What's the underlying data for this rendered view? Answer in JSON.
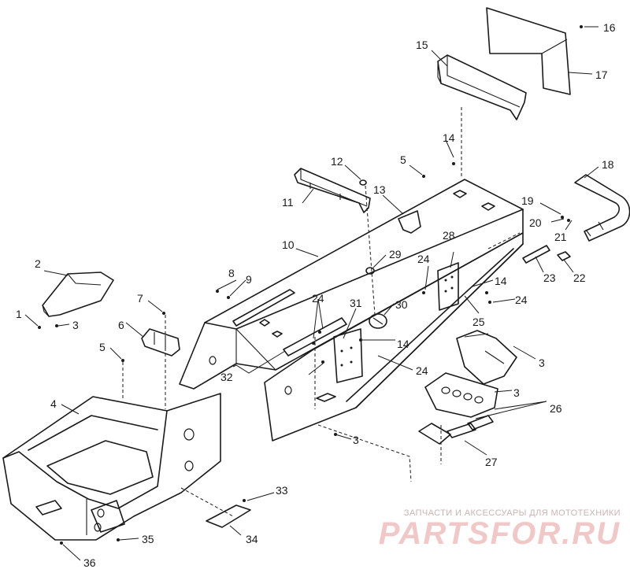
{
  "callouts": [
    {
      "id": "c1",
      "text": "1"
    },
    {
      "id": "c2",
      "text": "2"
    },
    {
      "id": "c3a",
      "text": "3"
    },
    {
      "id": "c3b",
      "text": "3"
    },
    {
      "id": "c3c",
      "text": "3"
    },
    {
      "id": "c3d",
      "text": "3"
    },
    {
      "id": "c4",
      "text": "4"
    },
    {
      "id": "c5a",
      "text": "5"
    },
    {
      "id": "c5b",
      "text": "5"
    },
    {
      "id": "c6",
      "text": "6"
    },
    {
      "id": "c7",
      "text": "7"
    },
    {
      "id": "c8",
      "text": "8"
    },
    {
      "id": "c9",
      "text": "9"
    },
    {
      "id": "c10",
      "text": "10"
    },
    {
      "id": "c11",
      "text": "11"
    },
    {
      "id": "c12",
      "text": "12"
    },
    {
      "id": "c13",
      "text": "13"
    },
    {
      "id": "c14a",
      "text": "14"
    },
    {
      "id": "c14b",
      "text": "14"
    },
    {
      "id": "c14c",
      "text": "14"
    },
    {
      "id": "c15",
      "text": "15"
    },
    {
      "id": "c16",
      "text": "16"
    },
    {
      "id": "c17",
      "text": "17"
    },
    {
      "id": "c18",
      "text": "18"
    },
    {
      "id": "c19",
      "text": "19"
    },
    {
      "id": "c20",
      "text": "20"
    },
    {
      "id": "c21",
      "text": "21"
    },
    {
      "id": "c22",
      "text": "22"
    },
    {
      "id": "c23",
      "text": "23"
    },
    {
      "id": "c24a",
      "text": "24"
    },
    {
      "id": "c24b",
      "text": "24"
    },
    {
      "id": "c24c",
      "text": "24"
    },
    {
      "id": "c24d",
      "text": "24"
    },
    {
      "id": "c25",
      "text": "25"
    },
    {
      "id": "c26",
      "text": "26"
    },
    {
      "id": "c27",
      "text": "27"
    },
    {
      "id": "c28",
      "text": "28"
    },
    {
      "id": "c29",
      "text": "29"
    },
    {
      "id": "c30",
      "text": "30"
    },
    {
      "id": "c31",
      "text": "31"
    },
    {
      "id": "c32",
      "text": "32"
    },
    {
      "id": "c33",
      "text": "33"
    },
    {
      "id": "c34",
      "text": "34"
    },
    {
      "id": "c35",
      "text": "35"
    },
    {
      "id": "c36",
      "text": "36"
    }
  ],
  "watermark": {
    "tagline": "ЗАПЧАСТИ И АКСЕССУАРЫ ДЛЯ МОТОТЕХНИКИ",
    "logo": "PARTSFOR.RU"
  }
}
